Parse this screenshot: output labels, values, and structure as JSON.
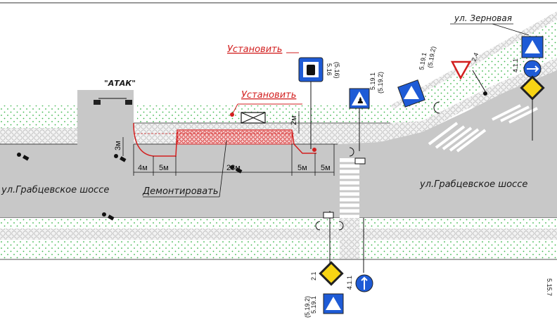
{
  "labels": {
    "street_zernovaya": "ул. Зерновая",
    "street_left": "ул.Грабцевское шоссе",
    "street_right": "ул.Грабцевское шоссе",
    "atak": "\"АТАК\"",
    "install_1": "Установить",
    "install_2": "Установить",
    "demolish": "Демонтировать"
  },
  "dimensions": {
    "d_4m": "4м",
    "d_5m_a": "5м",
    "d_23m": "23м",
    "d_5m_b": "5м",
    "d_5m_c": "5м",
    "d_3m": "3м",
    "d_2m": "2м"
  },
  "sign_codes": {
    "top_516": "5.16",
    "top_516_paren": "(5.16)",
    "ped_5191": "5.19.1",
    "ped_5192": "(5.19.2)",
    "ped2_5191": "5.19.1",
    "ped2_5192": "(5.19.2)",
    "tri_24": "2.4",
    "r_411": "4.1.1",
    "bot_21": "2.1",
    "bot_5191": "5.19.1",
    "bot_5192": "(5.19.2)",
    "bot_41": "4.1.1",
    "right_5157": "5.15.7"
  },
  "colors": {
    "road": "#c8c8c8",
    "sidewalk": "#f2f2f2",
    "lawn": "#ffffff",
    "lawn_dots": "#39b54a",
    "new_red": "#d21f1f",
    "sign_blue": "#1e5bd6",
    "priority_yellow": "#f7d417"
  }
}
